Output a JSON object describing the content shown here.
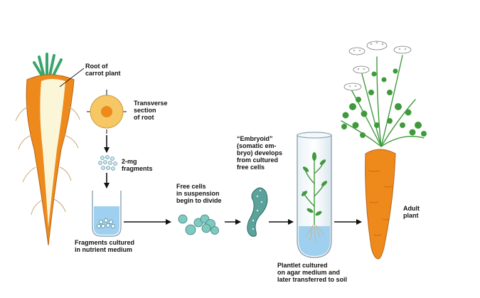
{
  "labels": {
    "root_of_carrot": "Root of\ncarrot plant",
    "transverse_section": "Transverse\nsection\nof root",
    "fragments": "2-mg\nfragments",
    "fragments_cultured": "Fragments cultured\nin nutrient medium",
    "free_cells": "Free cells\nin suspension\nbegin to divide",
    "embryoid": "“Embryoid”\n(somatic em-\nbryo) develops\nfrom cultured\nfree cells",
    "plantlet": "Plantlet cultured\non agar medium and\nlater transferred to soil",
    "adult_plant": "Adult\nplant"
  },
  "colors": {
    "carrot_orange": "#ee8a1c",
    "carrot_core": "#fbf6d8",
    "carrot_top": "#3aa56a",
    "leaf_green": "#3f9a3c",
    "medium_blue": "#9fd0ef",
    "cell_teal": "#7fc9c0",
    "embryoid_teal": "#5aa29a",
    "arrow": "#111111"
  }
}
